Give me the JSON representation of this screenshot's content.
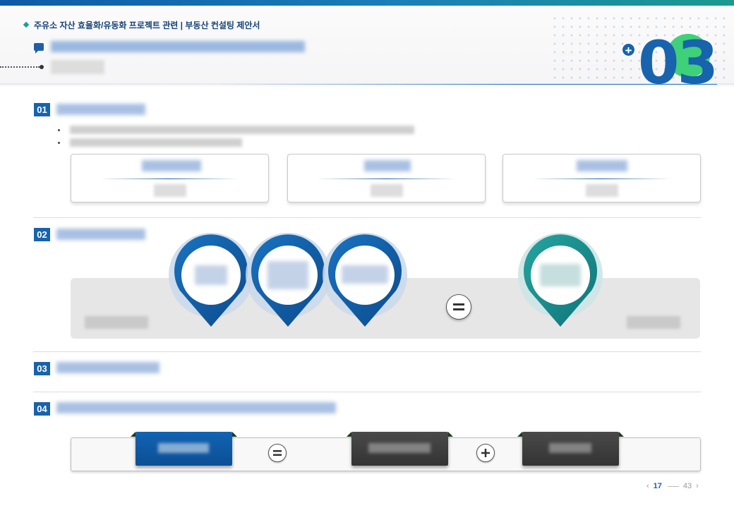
{
  "header": {
    "breadcrumb": "주유소 자산 효율화/유동화 프로젝트 관련 | 부동산 컨설팅 제안서",
    "title": "",
    "subtitle": "",
    "section_number": "03",
    "accent_colors": {
      "blue": "#1763ad",
      "green": "#3fd07a",
      "teal": "#18a19a"
    }
  },
  "sections": [
    {
      "badge": "01",
      "title": ""
    },
    {
      "badge": "02",
      "title": ""
    },
    {
      "badge": "03",
      "title": ""
    },
    {
      "badge": "04",
      "title": ""
    }
  ],
  "section1": {
    "bullets": [
      "",
      ""
    ],
    "cards": [
      {
        "heading": "",
        "value": ""
      },
      {
        "heading": "",
        "value": ""
      },
      {
        "heading": "",
        "value": ""
      }
    ]
  },
  "section2": {
    "pins": [
      {
        "text": "",
        "color": "blue"
      },
      {
        "text": "",
        "color": "blue"
      },
      {
        "text": "",
        "color": "blue"
      },
      {
        "text": "",
        "color": "teal"
      }
    ],
    "left_label": "",
    "right_label": ""
  },
  "section4": {
    "tags": [
      {
        "label": "",
        "style": "blue"
      },
      {
        "label": "",
        "style": "dark"
      },
      {
        "label": "",
        "style": "dark"
      }
    ],
    "operators": [
      "=",
      "+"
    ]
  },
  "pager": {
    "current": "17",
    "total": "43",
    "prev_icon": "chevron-left-icon",
    "next_icon": "chevron-right-icon"
  }
}
